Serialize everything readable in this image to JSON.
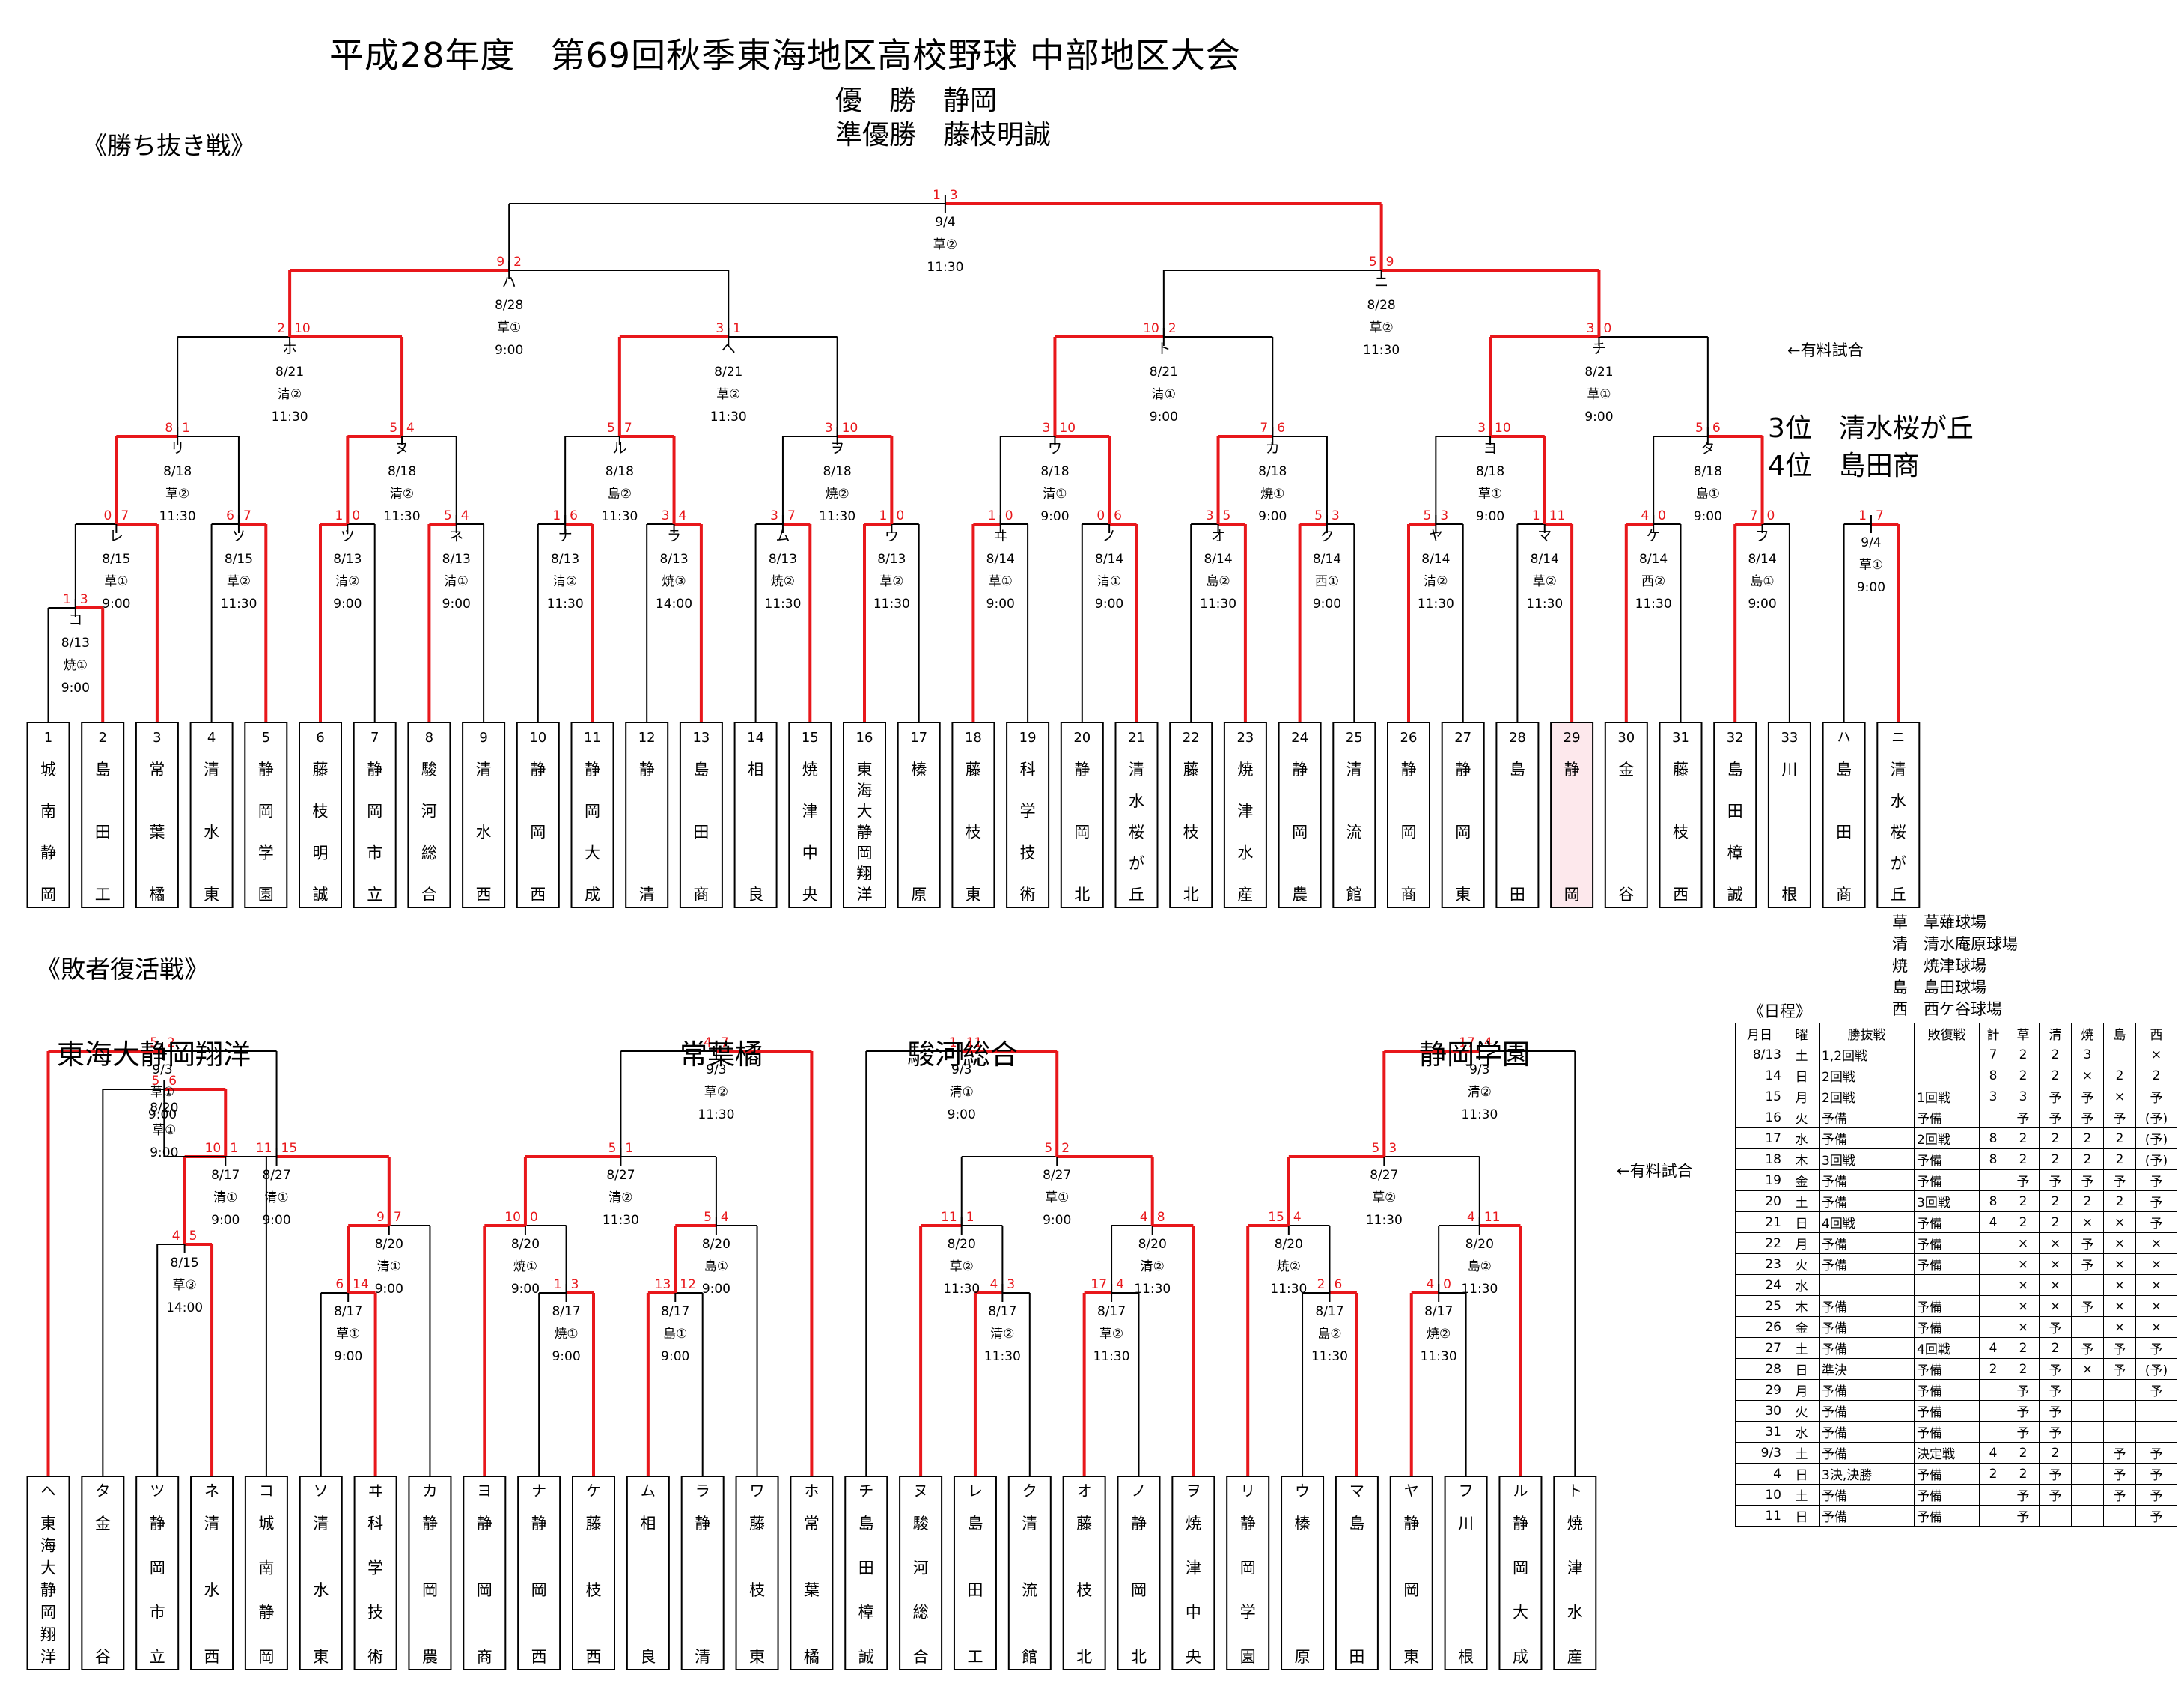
{
  "title": "平成28年度　第69回秋季東海地区高校野球 中部地区大会",
  "champion": {
    "label1": "優　勝",
    "team1": "静岡",
    "label2": "準優勝",
    "team2": "藤枝明誠"
  },
  "main_section": "《勝ち抜き戦》",
  "consolation_section": "《敗者復活戦》",
  "ranks": [
    "3位　清水桜が丘",
    "4位　島田商"
  ],
  "paid_note": "←有料試合",
  "winners_bracket": {
    "teams": [
      {
        "no": "1",
        "name": "城南静岡"
      },
      {
        "no": "2",
        "name": "島田工"
      },
      {
        "no": "3",
        "name": "常葉橘"
      },
      {
        "no": "4",
        "name": "清水東"
      },
      {
        "no": "5",
        "name": "静岡学園"
      },
      {
        "no": "6",
        "name": "藤枝明誠"
      },
      {
        "no": "7",
        "name": "静岡市立"
      },
      {
        "no": "8",
        "name": "駿河総合"
      },
      {
        "no": "9",
        "name": "清水西"
      },
      {
        "no": "10",
        "name": "静岡西"
      },
      {
        "no": "11",
        "name": "静岡大成"
      },
      {
        "no": "12",
        "name": "静清"
      },
      {
        "no": "13",
        "name": "島田商"
      },
      {
        "no": "14",
        "name": "相良"
      },
      {
        "no": "15",
        "name": "焼津中央"
      },
      {
        "no": "16",
        "name": "東海大静岡翔洋"
      },
      {
        "no": "17",
        "name": "榛原"
      },
      {
        "no": "18",
        "name": "藤枝東"
      },
      {
        "no": "19",
        "name": "科学技術"
      },
      {
        "no": "20",
        "name": "静岡北"
      },
      {
        "no": "21",
        "name": "清水桜が丘"
      },
      {
        "no": "22",
        "name": "藤枝北"
      },
      {
        "no": "23",
        "name": "焼津水産"
      },
      {
        "no": "24",
        "name": "静岡農"
      },
      {
        "no": "25",
        "name": "清流館"
      },
      {
        "no": "26",
        "name": "静岡商"
      },
      {
        "no": "27",
        "name": "静岡東"
      },
      {
        "no": "28",
        "name": "島田"
      },
      {
        "no": "29",
        "name": "静岡"
      },
      {
        "no": "30",
        "name": "金谷"
      },
      {
        "no": "31",
        "name": "藤枝西"
      },
      {
        "no": "32",
        "name": "島田樟誠"
      },
      {
        "no": "33",
        "name": "川根"
      },
      {
        "no": "ハ",
        "name": "島田商"
      },
      {
        "no": "ニ",
        "name": "清水桜が丘"
      }
    ],
    "games": [
      {
        "id": "コ",
        "date": "8/13",
        "venue": "焼①",
        "time": "9:00",
        "sl": "1",
        "sr": "3"
      },
      {
        "id": "レ",
        "date": "8/15",
        "venue": "草①",
        "time": "9:00",
        "sl": "0",
        "sr": "7"
      },
      {
        "id": "ソ",
        "date": "8/15",
        "venue": "草②",
        "time": "11:30",
        "sl": "6",
        "sr": "7"
      },
      {
        "id": "ツ",
        "date": "8/13",
        "venue": "清②",
        "time": "9:00",
        "sl": "1",
        "sr": "0"
      },
      {
        "id": "ネ",
        "date": "8/13",
        "venue": "清①",
        "time": "9:00",
        "sl": "5",
        "sr": "4"
      },
      {
        "id": "ナ",
        "date": "8/13",
        "venue": "清②",
        "time": "11:30",
        "sl": "1",
        "sr": "6"
      },
      {
        "id": "ラ",
        "date": "8/13",
        "venue": "焼③",
        "time": "14:00",
        "sl": "3",
        "sr": "4"
      },
      {
        "id": "ム",
        "date": "8/13",
        "venue": "焼②",
        "time": "11:30",
        "sl": "3",
        "sr": "7"
      },
      {
        "id": "ウ",
        "date": "8/13",
        "venue": "草②",
        "time": "11:30",
        "sl": "1",
        "sr": "0"
      },
      {
        "id": "ヰ",
        "date": "8/14",
        "venue": "草①",
        "time": "9:00",
        "sl": "1",
        "sr": "0"
      },
      {
        "id": "ノ",
        "date": "8/14",
        "venue": "清①",
        "time": "9:00",
        "sl": "0",
        "sr": "6"
      },
      {
        "id": "オ",
        "date": "8/14",
        "venue": "島②",
        "time": "11:30",
        "sl": "3",
        "sr": "5"
      },
      {
        "id": "ク",
        "date": "8/14",
        "venue": "西①",
        "time": "9:00",
        "sl": "5",
        "sr": "3"
      },
      {
        "id": "ヤ",
        "date": "8/14",
        "venue": "清②",
        "time": "11:30",
        "sl": "5",
        "sr": "3"
      },
      {
        "id": "マ",
        "date": "8/14",
        "venue": "草②",
        "time": "11:30",
        "sl": "1",
        "sr": "11"
      },
      {
        "id": "ケ",
        "date": "8/14",
        "venue": "西②",
        "time": "11:30",
        "sl": "4",
        "sr": "0"
      },
      {
        "id": "フ",
        "date": "8/14",
        "venue": "島①",
        "time": "9:00",
        "sl": "7",
        "sr": "0"
      },
      {
        "id": "リ",
        "date": "8/18",
        "venue": "草②",
        "time": "11:30",
        "sl": "8",
        "sr": "1"
      },
      {
        "id": "ヌ",
        "date": "8/18",
        "venue": "清②",
        "time": "11:30",
        "sl": "5",
        "sr": "4"
      },
      {
        "id": "ル",
        "date": "8/18",
        "venue": "島②",
        "time": "11:30",
        "sl": "5",
        "sr": "7"
      },
      {
        "id": "ヲ",
        "date": "8/18",
        "venue": "焼②",
        "time": "11:30",
        "sl": "3",
        "sr": "10"
      },
      {
        "id": "ワ",
        "date": "8/18",
        "venue": "清①",
        "time": "9:00",
        "sl": "3",
        "sr": "10"
      },
      {
        "id": "カ",
        "date": "8/18",
        "venue": "焼①",
        "time": "9:00",
        "sl": "7",
        "sr": "6"
      },
      {
        "id": "ヨ",
        "date": "8/18",
        "venue": "草①",
        "time": "9:00",
        "sl": "3",
        "sr": "10"
      },
      {
        "id": "タ",
        "date": "8/18",
        "venue": "島①",
        "time": "9:00",
        "sl": "5",
        "sr": "6"
      },
      {
        "id": "ホ",
        "date": "8/21",
        "venue": "清②",
        "time": "11:30",
        "sl": "2",
        "sr": "10"
      },
      {
        "id": "ヘ",
        "date": "8/21",
        "venue": "草②",
        "time": "11:30",
        "sl": "3",
        "sr": "1"
      },
      {
        "id": "ト",
        "date": "8/21",
        "venue": "清①",
        "time": "9:00",
        "sl": "10",
        "sr": "2"
      },
      {
        "id": "チ",
        "date": "8/21",
        "venue": "草①",
        "time": "9:00",
        "sl": "3",
        "sr": "0"
      },
      {
        "id": "ハ",
        "date": "8/28",
        "venue": "草①",
        "time": "9:00",
        "sl": "9",
        "sr": "2"
      },
      {
        "id": "ニ",
        "date": "8/28",
        "venue": "草②",
        "time": "11:30",
        "sl": "5",
        "sr": "9"
      },
      {
        "id": "",
        "date": "9/4",
        "venue": "草②",
        "time": "11:30",
        "sl": "1",
        "sr": "3"
      },
      {
        "id": "",
        "date": "9/4",
        "venue": "草①",
        "time": "9:00",
        "sl": "1",
        "sr": "7"
      }
    ]
  },
  "consolation_bracket": {
    "qualifiers": [
      "東海大静岡翔洋",
      "常葉橘",
      "駿河総合",
      "静岡学園"
    ],
    "teams": [
      {
        "no": "ヘ",
        "name": "東海大静岡翔洋"
      },
      {
        "no": "タ",
        "name": "金谷"
      },
      {
        "no": "ツ",
        "name": "静岡市立"
      },
      {
        "no": "ネ",
        "name": "清水西"
      },
      {
        "no": "コ",
        "name": "城南静岡"
      },
      {
        "no": "ソ",
        "name": "清水東"
      },
      {
        "no": "ヰ",
        "name": "科学技術"
      },
      {
        "no": "カ",
        "name": "静岡農"
      },
      {
        "no": "ヨ",
        "name": "静岡商"
      },
      {
        "no": "ナ",
        "name": "静岡西"
      },
      {
        "no": "ケ",
        "name": "藤枝西"
      },
      {
        "no": "ム",
        "name": "相良"
      },
      {
        "no": "ラ",
        "name": "静清"
      },
      {
        "no": "ワ",
        "name": "藤枝東"
      },
      {
        "no": "ホ",
        "name": "常葉橘"
      },
      {
        "no": "チ",
        "name": "島田樟誠"
      },
      {
        "no": "ヌ",
        "name": "駿河総合"
      },
      {
        "no": "レ",
        "name": "島田工"
      },
      {
        "no": "ク",
        "name": "清流館"
      },
      {
        "no": "オ",
        "name": "藤枝北"
      },
      {
        "no": "ノ",
        "name": "静岡北"
      },
      {
        "no": "ヲ",
        "name": "焼津中央"
      },
      {
        "no": "リ",
        "name": "静岡学園"
      },
      {
        "no": "ウ",
        "name": "榛原"
      },
      {
        "no": "マ",
        "name": "島田"
      },
      {
        "no": "ヤ",
        "name": "静岡東"
      },
      {
        "no": "フ",
        "name": "川根"
      },
      {
        "no": "ル",
        "name": "静岡大成"
      },
      {
        "no": "ト",
        "name": "焼津水産"
      }
    ],
    "games": [
      {
        "date": "8/15",
        "venue": "草③",
        "time": "14:00",
        "sl": "4",
        "sr": "5"
      },
      {
        "date": "8/17",
        "venue": "清①",
        "time": "9:00",
        "sl": "10",
        "sr": "1"
      },
      {
        "date": "8/20",
        "venue": "草①",
        "time": "9:00",
        "sl": "5",
        "sr": "6"
      },
      {
        "date": "8/17",
        "venue": "草①",
        "time": "9:00",
        "sl": "6",
        "sr": "14"
      },
      {
        "date": "8/20",
        "venue": "清①",
        "time": "9:00",
        "sl": "9",
        "sr": "7"
      },
      {
        "date": "8/27",
        "venue": "清①",
        "time": "9:00",
        "sl": "11",
        "sr": "15"
      },
      {
        "date": "9/3",
        "venue": "草①",
        "time": "9:00",
        "sl": "5",
        "sr": "2"
      },
      {
        "date": "8/17",
        "venue": "焼①",
        "time": "9:00",
        "sl": "1",
        "sr": "3"
      },
      {
        "date": "8/20",
        "venue": "焼①",
        "time": "9:00",
        "sl": "10",
        "sr": "0"
      },
      {
        "date": "8/17",
        "venue": "島①",
        "time": "9:00",
        "sl": "13",
        "sr": "12"
      },
      {
        "date": "8/20",
        "venue": "島①",
        "time": "9:00",
        "sl": "5",
        "sr": "4"
      },
      {
        "date": "8/27",
        "venue": "清②",
        "time": "11:30",
        "sl": "5",
        "sr": "1"
      },
      {
        "date": "9/3",
        "venue": "草②",
        "time": "11:30",
        "sl": "4",
        "sr": "7"
      },
      {
        "date": "8/17",
        "venue": "清②",
        "time": "11:30",
        "sl": "4",
        "sr": "3"
      },
      {
        "date": "8/20",
        "venue": "草②",
        "time": "11:30",
        "sl": "11",
        "sr": "1"
      },
      {
        "date": "8/17",
        "venue": "草②",
        "time": "11:30",
        "sl": "17",
        "sr": "4"
      },
      {
        "date": "8/20",
        "venue": "清②",
        "time": "11:30",
        "sl": "4",
        "sr": "8"
      },
      {
        "date": "8/27",
        "venue": "草①",
        "time": "9:00",
        "sl": "5",
        "sr": "2"
      },
      {
        "date": "9/3",
        "venue": "清①",
        "time": "9:00",
        "sl": "1",
        "sr": "11"
      },
      {
        "date": "8/17",
        "venue": "島②",
        "time": "11:30",
        "sl": "2",
        "sr": "6"
      },
      {
        "date": "8/20",
        "venue": "焼②",
        "time": "11:30",
        "sl": "15",
        "sr": "4"
      },
      {
        "date": "8/17",
        "venue": "焼②",
        "time": "11:30",
        "sl": "4",
        "sr": "0"
      },
      {
        "date": "8/20",
        "venue": "島②",
        "time": "11:30",
        "sl": "4",
        "sr": "11"
      },
      {
        "date": "8/27",
        "venue": "草②",
        "time": "11:30",
        "sl": "5",
        "sr": "3"
      },
      {
        "date": "9/3",
        "venue": "清②",
        "time": "11:30",
        "sl": "17",
        "sr": "4"
      }
    ]
  },
  "venues": [
    "草　草薙球場",
    "清　清水庵原球場",
    "焼　焼津球場",
    "島　島田球場",
    "西　西ケ谷球場"
  ],
  "schedule": {
    "title": "《日程》",
    "headers": [
      "月日",
      "曜",
      "勝抜戦",
      "敗復戦",
      "計",
      "草",
      "清",
      "焼",
      "島",
      "西"
    ],
    "rows": [
      [
        "8/13",
        "土",
        "1,2回戦",
        "",
        "7",
        "2",
        "2",
        "3",
        "",
        "×"
      ],
      [
        "14",
        "日",
        "2回戦",
        "",
        "8",
        "2",
        "2",
        "×",
        "2",
        "2"
      ],
      [
        "15",
        "月",
        "2回戦",
        "1回戦",
        "3",
        "3",
        "予",
        "予",
        "×",
        "予"
      ],
      [
        "16",
        "火",
        "予備",
        "予備",
        "",
        "予",
        "予",
        "予",
        "予",
        "(予)"
      ],
      [
        "17",
        "水",
        "予備",
        "2回戦",
        "8",
        "2",
        "2",
        "2",
        "2",
        "(予)"
      ],
      [
        "18",
        "木",
        "3回戦",
        "予備",
        "8",
        "2",
        "2",
        "2",
        "2",
        "(予)"
      ],
      [
        "19",
        "金",
        "予備",
        "予備",
        "",
        "予",
        "予",
        "予",
        "予",
        "予"
      ],
      [
        "20",
        "土",
        "予備",
        "3回戦",
        "8",
        "2",
        "2",
        "2",
        "2",
        "予"
      ],
      [
        "21",
        "日",
        "4回戦",
        "予備",
        "4",
        "2",
        "2",
        "×",
        "×",
        "予"
      ],
      [
        "22",
        "月",
        "予備",
        "予備",
        "",
        "×",
        "×",
        "予",
        "×",
        "×"
      ],
      [
        "23",
        "火",
        "予備",
        "予備",
        "",
        "×",
        "×",
        "予",
        "×",
        "×"
      ],
      [
        "24",
        "水",
        "",
        "",
        "",
        "×",
        "×",
        "",
        "×",
        "×"
      ],
      [
        "25",
        "木",
        "予備",
        "予備",
        "",
        "×",
        "×",
        "予",
        "×",
        "×"
      ],
      [
        "26",
        "金",
        "予備",
        "予備",
        "",
        "×",
        "予",
        "",
        "×",
        "×"
      ],
      [
        "27",
        "土",
        "予備",
        "4回戦",
        "4",
        "2",
        "2",
        "予",
        "予",
        "予"
      ],
      [
        "28",
        "日",
        "準決",
        "予備",
        "2",
        "2",
        "予",
        "×",
        "予",
        "(予)"
      ],
      [
        "29",
        "月",
        "予備",
        "予備",
        "",
        "予",
        "予",
        "",
        "",
        "予"
      ],
      [
        "30",
        "火",
        "予備",
        "予備",
        "",
        "予",
        "予",
        "",
        "",
        ""
      ],
      [
        "31",
        "水",
        "予備",
        "予備",
        "",
        "予",
        "予",
        "",
        "",
        ""
      ],
      [
        "9/3",
        "土",
        "予備",
        "決定戦",
        "4",
        "2",
        "2",
        "",
        "予",
        "予"
      ],
      [
        "4",
        "日",
        "3決,決勝",
        "予備",
        "2",
        "2",
        "予",
        "",
        "予",
        "予"
      ],
      [
        "10",
        "土",
        "予備",
        "予備",
        "",
        "予",
        "予",
        "",
        "予",
        "予"
      ],
      [
        "11",
        "日",
        "予備",
        "予備",
        "",
        "予",
        "",
        "",
        "",
        "予"
      ]
    ]
  },
  "colors": {
    "line": "#000000",
    "win": "#e8171b",
    "highlight": "#fde8ec"
  }
}
